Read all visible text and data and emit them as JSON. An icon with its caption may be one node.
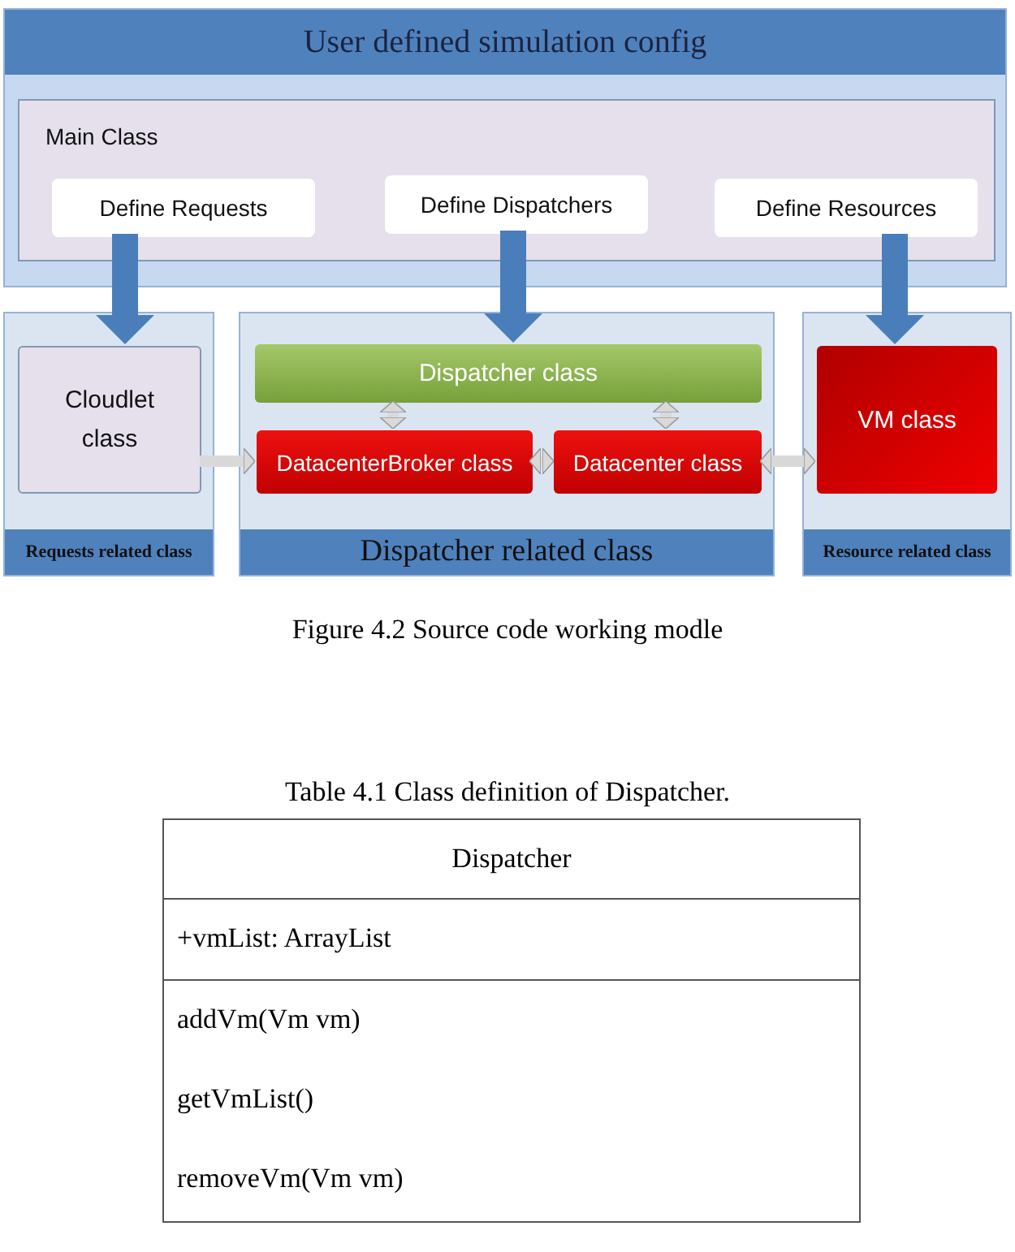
{
  "diagram": {
    "caption": "Figure 4.2 Source code working modle",
    "nodes": [
      {
        "text": [
          "User defined simulation config"
        ]
      },
      {
        "text": [
          "Main Class"
        ],
        "in": 0
      },
      {
        "text": [
          "Define Requests"
        ],
        "in": 1
      },
      {
        "text": [
          "Define Dispatchers"
        ],
        "in": 1
      },
      {
        "text": [
          "Define Resources"
        ],
        "in": 1
      },
      {
        "text": [
          "Requests related class"
        ]
      },
      {
        "text": [
          "Cloudlet class"
        ],
        "in": 5
      },
      {
        "text": [
          "Dispatcher related class"
        ]
      },
      {
        "text": [
          "Dispatcher class"
        ],
        "in": 7
      },
      {
        "text": [
          "DatacenterBroker class"
        ],
        "in": 7
      },
      {
        "text": [
          "Datacenter class"
        ],
        "in": 7
      },
      {
        "text": [
          "Resource related class"
        ]
      },
      {
        "text": [
          "VM class"
        ],
        "in": 11
      }
    ],
    "edges": [
      {
        "from": 2,
        "to": 6,
        "arrow": "to",
        "style": "thick",
        "color": "#4a7ebb"
      },
      {
        "from": 3,
        "to": 8,
        "arrow": "to",
        "style": "thick",
        "color": "#4a7ebb"
      },
      {
        "from": 4,
        "to": 12,
        "arrow": "to",
        "style": "thick",
        "color": "#4a7ebb"
      },
      {
        "from": 6,
        "to": 9,
        "arrow": "to"
      },
      {
        "from": 8,
        "to": 9,
        "arrow": "both"
      },
      {
        "from": 8,
        "to": 10,
        "arrow": "both"
      },
      {
        "from": 9,
        "to": 10,
        "arrow": "both"
      },
      {
        "from": 10,
        "to": 12,
        "arrow": "both"
      }
    ],
    "labels": [
      "Table 4.1 Class definition of Dispatcher.",
      "Dispatcher",
      "+vmList: ArrayList",
      "addVm(Vm vm)",
      "getVmList()",
      "removeVm(Vm vm)"
    ]
  }
}
